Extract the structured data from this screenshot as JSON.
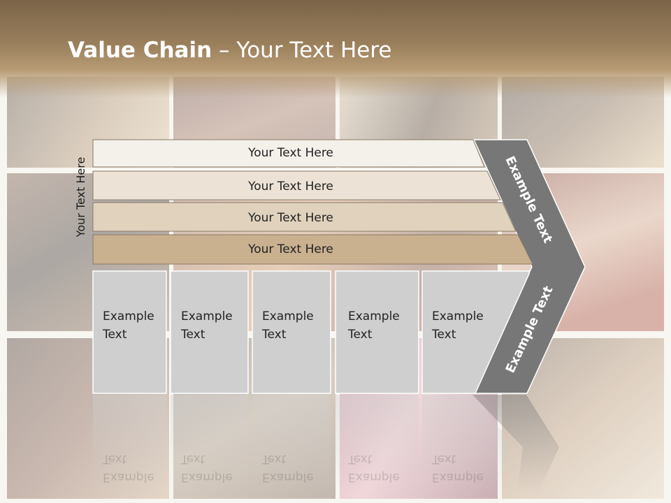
{
  "slide": {
    "title_bold": "Value Chain",
    "title_rest": " – Your Text Here",
    "side_label": "Your Text Here",
    "bands": [
      {
        "label": "Your Text Here",
        "color": "#f4f0ea"
      },
      {
        "label": "Your Text Here",
        "color": "#ece3d6"
      },
      {
        "label": "Your Text Here",
        "color": "#e0d2bd"
      },
      {
        "label": "Your Text Here",
        "color": "#c9b08f"
      }
    ],
    "boxes": [
      {
        "line1": "Example",
        "line2": "Text"
      },
      {
        "line1": "Example",
        "line2": "Text"
      },
      {
        "line1": "Example",
        "line2": "Text"
      },
      {
        "line1": "Example",
        "line2": "Text"
      },
      {
        "line1": "Example",
        "line2": "Text"
      }
    ],
    "chevron_top_label": "Example Text",
    "chevron_bottom_label": "Example Text",
    "colors": {
      "box_fill": "#cfcfcf",
      "chevron_fill": "#777777",
      "band_stroke": "#8a7a66",
      "header": "#8c7252"
    }
  }
}
